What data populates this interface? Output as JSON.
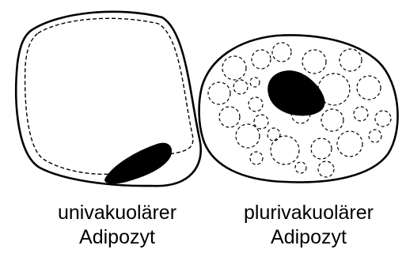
{
  "figures": [
    {
      "id": "univakuolar",
      "caption_line1": "univakuolärer",
      "caption_line2": "Adipozyt"
    },
    {
      "id": "plurivakuolar",
      "caption_line1": "plurivakuolärer",
      "caption_line2": "Adipozyt"
    }
  ],
  "colors": {
    "outline": "#000000",
    "nucleus": "#000000",
    "background": "#ffffff"
  }
}
